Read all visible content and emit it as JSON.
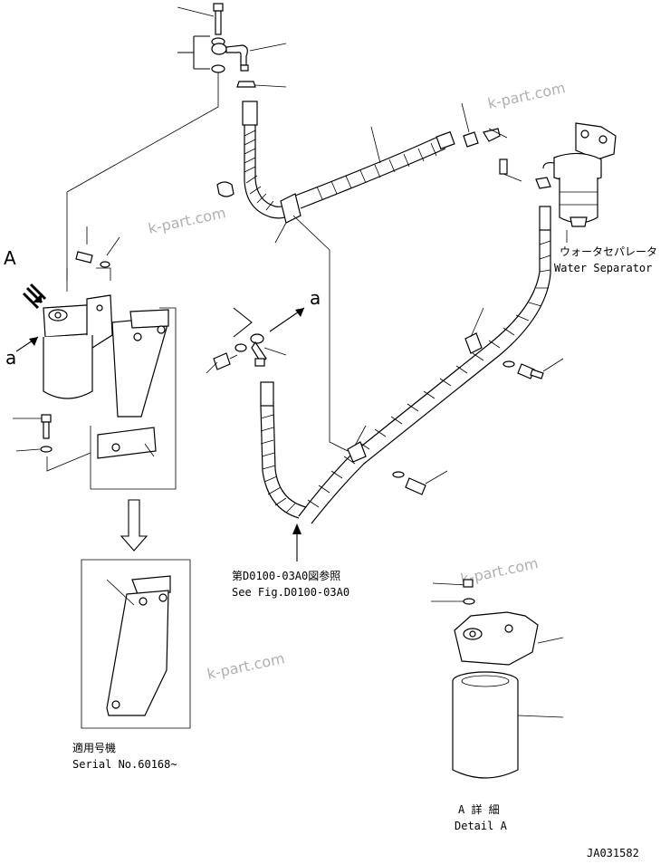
{
  "labels": {
    "view_arrow": "A",
    "section_a_left": "a",
    "section_a_right": "a",
    "water_separator_jp": "ウォータセパレータ",
    "water_separator_en": "Water Separator",
    "see_fig_jp": "第D0100-03A0図参照",
    "see_fig_en": "See Fig.D0100-03A0",
    "serial_jp": "適用号機",
    "serial_en": "Serial No.60168~",
    "detail_jp": "A 詳 細",
    "detail_en": "Detail A",
    "drawing_number": "JA031582"
  },
  "watermarks": [
    "k-part.com",
    "k-part.com",
    "k-part.com",
    "k-part.com"
  ]
}
